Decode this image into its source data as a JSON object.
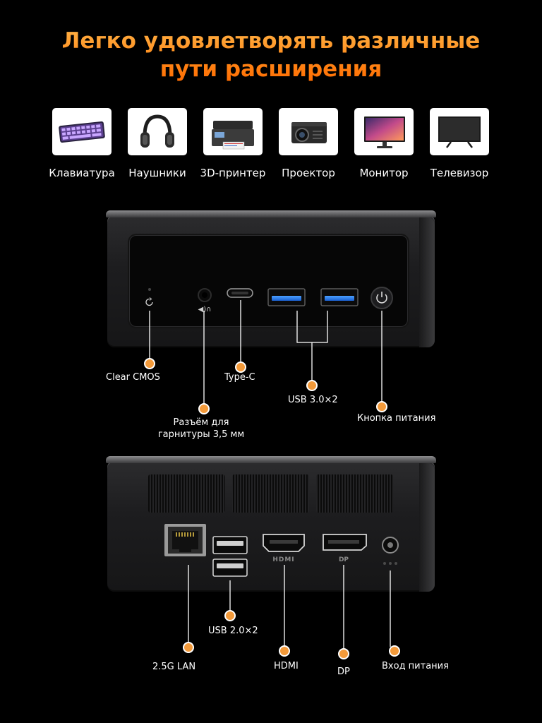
{
  "title": {
    "line1": "Легко удовлетворять различные",
    "line2": "пути расширения"
  },
  "devices": [
    {
      "label": "Клавиатура",
      "icon": "keyboard-icon"
    },
    {
      "label": "Наушники",
      "icon": "headphones-icon"
    },
    {
      "label": "3D-принтер",
      "icon": "printer-icon"
    },
    {
      "label": "Проектор",
      "icon": "projector-icon"
    },
    {
      "label": "Монитор",
      "icon": "monitor-icon"
    },
    {
      "label": "Телевизор",
      "icon": "tv-icon"
    }
  ],
  "front_ports": {
    "clear_cmos": "Clear CMOS",
    "headset_line1": "Разъём для",
    "headset_line2": "гарнитуры 3,5 мм",
    "type_c": "Type-C",
    "usb3": "USB 3.0×2",
    "power_button": "Кнопка питания"
  },
  "rear_ports": {
    "lan": "2.5G LAN",
    "usb2": "USB 2.0×2",
    "hdmi": "HDMI",
    "dp": "DP",
    "power_in": "Вход питания",
    "hdmi_mark": "HDMI",
    "dp_mark": "DP"
  },
  "colors": {
    "accent": "#ff8a1a",
    "dot": "#f39a3a",
    "usb3_blue": "#2a7fff"
  }
}
